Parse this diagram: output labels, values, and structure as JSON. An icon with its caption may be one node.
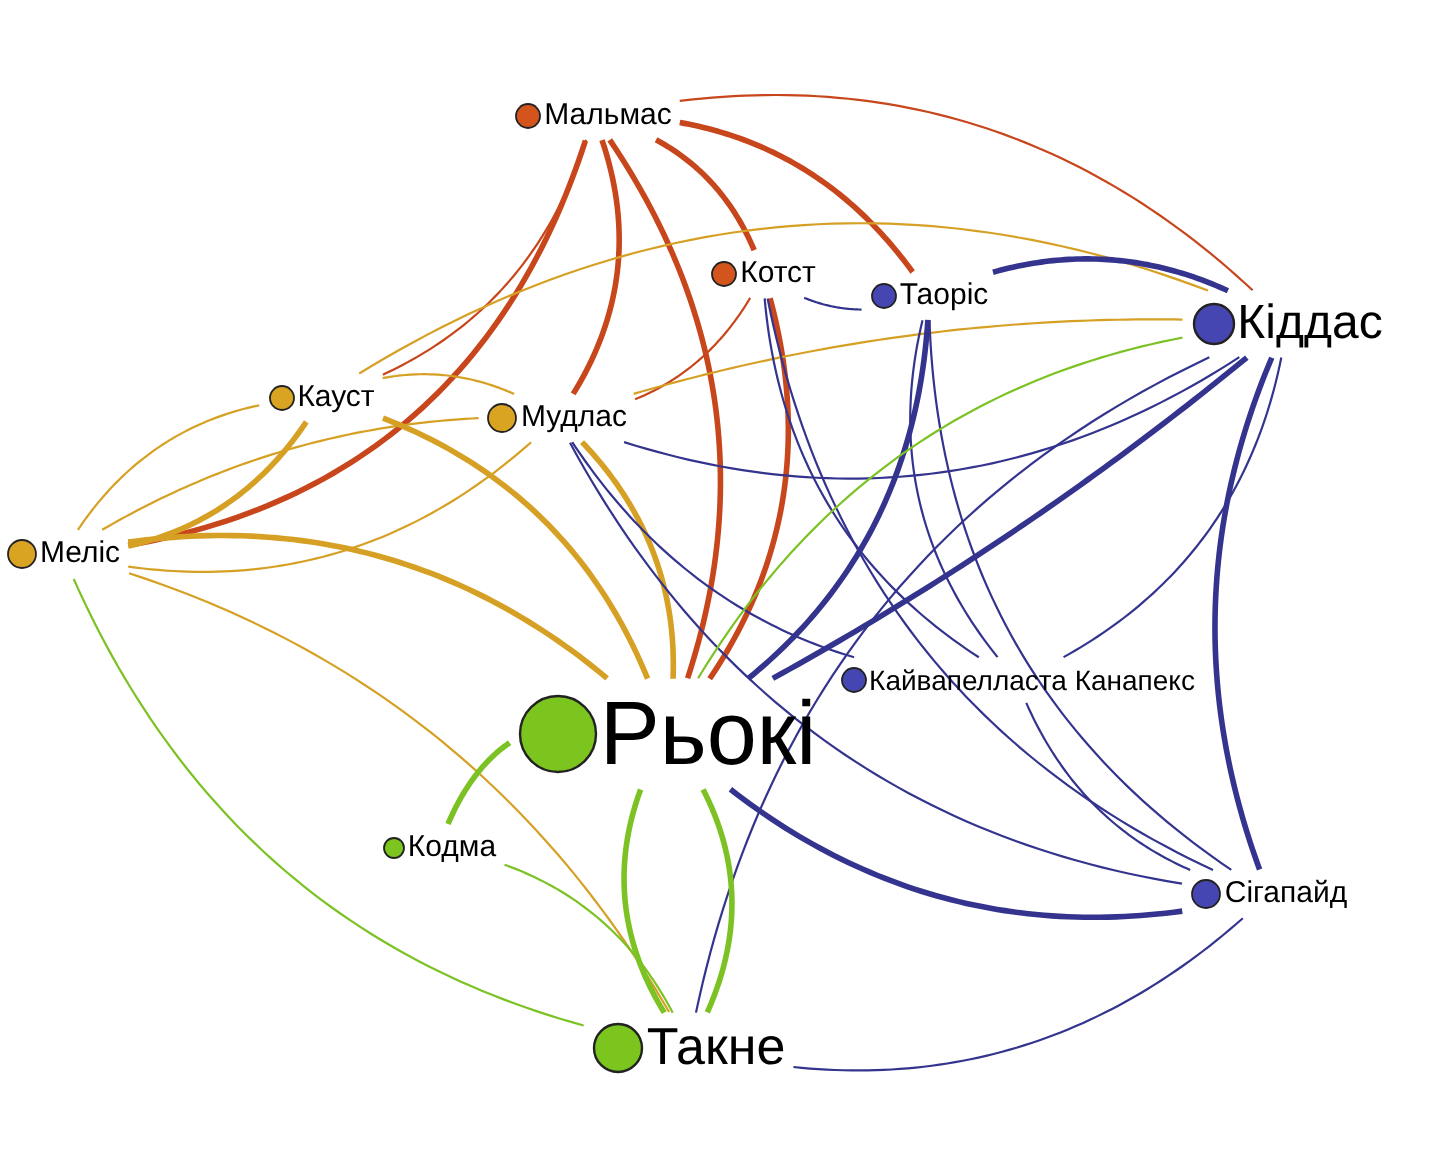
{
  "diagram": {
    "nodes": [
      {
        "text": [
          "Мальмас"
        ]
      },
      {
        "text": [
          "Котст"
        ]
      },
      {
        "text": [
          "Таоріс"
        ]
      },
      {
        "text": [
          "Кіддас"
        ]
      },
      {
        "text": [
          "Кауст"
        ]
      },
      {
        "text": [
          "Мудлас"
        ]
      },
      {
        "text": [
          "Меліс"
        ]
      },
      {
        "text": [
          "Кайвапелласта Канапекс"
        ]
      },
      {
        "text": [
          "Рьокі"
        ]
      },
      {
        "text": [
          "Кодма"
        ]
      },
      {
        "text": [
          "Сігапайд"
        ]
      },
      {
        "text": [
          "Такне"
        ]
      }
    ],
    "edges": [
      {
        "from": 0,
        "to": 3,
        "arrow": "none",
        "color": "#c8461c"
      },
      {
        "from": 0,
        "to": 2,
        "arrow": "none",
        "style": "thick",
        "color": "#c8461c"
      },
      {
        "from": 0,
        "to": 1,
        "arrow": "none",
        "style": "thick",
        "color": "#c8461c"
      },
      {
        "from": 0,
        "to": 8,
        "arrow": "none",
        "style": "thick",
        "color": "#c8461c"
      },
      {
        "from": 0,
        "to": 5,
        "arrow": "none",
        "style": "thick",
        "color": "#c8461c"
      },
      {
        "from": 0,
        "to": 6,
        "arrow": "none",
        "style": "thick",
        "color": "#c8461c"
      },
      {
        "from": 0,
        "to": 4,
        "arrow": "none",
        "color": "#c8461c"
      },
      {
        "from": 1,
        "to": 5,
        "arrow": "none",
        "color": "#c8461c"
      },
      {
        "from": 1,
        "to": 8,
        "arrow": "none",
        "style": "thick",
        "color": "#c8461c"
      },
      {
        "from": 4,
        "to": 3,
        "arrow": "none",
        "color": "#d6a024"
      },
      {
        "from": 5,
        "to": 3,
        "arrow": "none",
        "color": "#d6a024"
      },
      {
        "from": 6,
        "to": 4,
        "arrow": "none",
        "color": "#d6a024"
      },
      {
        "from": 4,
        "to": 6,
        "arrow": "none",
        "style": "thick",
        "color": "#d6a024"
      },
      {
        "from": 5,
        "to": 6,
        "arrow": "none",
        "color": "#d6a024"
      },
      {
        "from": 6,
        "to": 5,
        "arrow": "none",
        "color": "#d6a024"
      },
      {
        "from": 4,
        "to": 5,
        "arrow": "none",
        "color": "#d6a024"
      },
      {
        "from": 6,
        "to": 8,
        "arrow": "none",
        "style": "thick",
        "color": "#d6a024"
      },
      {
        "from": 4,
        "to": 8,
        "arrow": "none",
        "style": "thick",
        "color": "#d6a024"
      },
      {
        "from": 5,
        "to": 8,
        "arrow": "none",
        "style": "thick",
        "color": "#d6a024"
      },
      {
        "from": 6,
        "to": 11,
        "arrow": "none",
        "color": "#d6a024"
      },
      {
        "from": 2,
        "to": 3,
        "arrow": "none",
        "style": "thick"
      },
      {
        "from": 2,
        "to": 1,
        "arrow": "none"
      },
      {
        "from": 2,
        "to": 8,
        "arrow": "none",
        "style": "thick"
      },
      {
        "from": 10,
        "to": 2,
        "arrow": "none"
      },
      {
        "from": 3,
        "to": 8,
        "arrow": "none",
        "style": "thick"
      },
      {
        "from": 10,
        "to": 3,
        "arrow": "none",
        "style": "thick"
      },
      {
        "from": 3,
        "to": 7,
        "arrow": "none"
      },
      {
        "from": 3,
        "to": 11,
        "arrow": "none"
      },
      {
        "from": 10,
        "to": 8,
        "arrow": "none",
        "style": "thick"
      },
      {
        "from": 10,
        "to": 7,
        "arrow": "none"
      },
      {
        "from": 10,
        "to": 11,
        "arrow": "none"
      },
      {
        "from": 7,
        "to": 1,
        "arrow": "none"
      },
      {
        "from": 10,
        "to": 1,
        "arrow": "none"
      },
      {
        "from": 7,
        "to": 5,
        "arrow": "none"
      },
      {
        "from": 10,
        "to": 5,
        "arrow": "none"
      },
      {
        "from": 3,
        "to": 5,
        "arrow": "none"
      },
      {
        "from": 7,
        "to": 2,
        "arrow": "none"
      },
      {
        "from": 9,
        "to": 8,
        "arrow": "none",
        "style": "thick",
        "color": "#7cc224"
      },
      {
        "from": 8,
        "to": 11,
        "arrow": "none",
        "style": "thick",
        "color": "#7cc224"
      },
      {
        "from": 11,
        "to": 8,
        "arrow": "none",
        "style": "thick",
        "color": "#7cc224"
      },
      {
        "from": 9,
        "to": 11,
        "arrow": "none",
        "color": "#7cc224"
      },
      {
        "from": 11,
        "to": 6,
        "arrow": "none",
        "color": "#7cc224"
      },
      {
        "from": 8,
        "to": 3,
        "arrow": "none",
        "color": "#7cc224"
      }
    ]
  }
}
